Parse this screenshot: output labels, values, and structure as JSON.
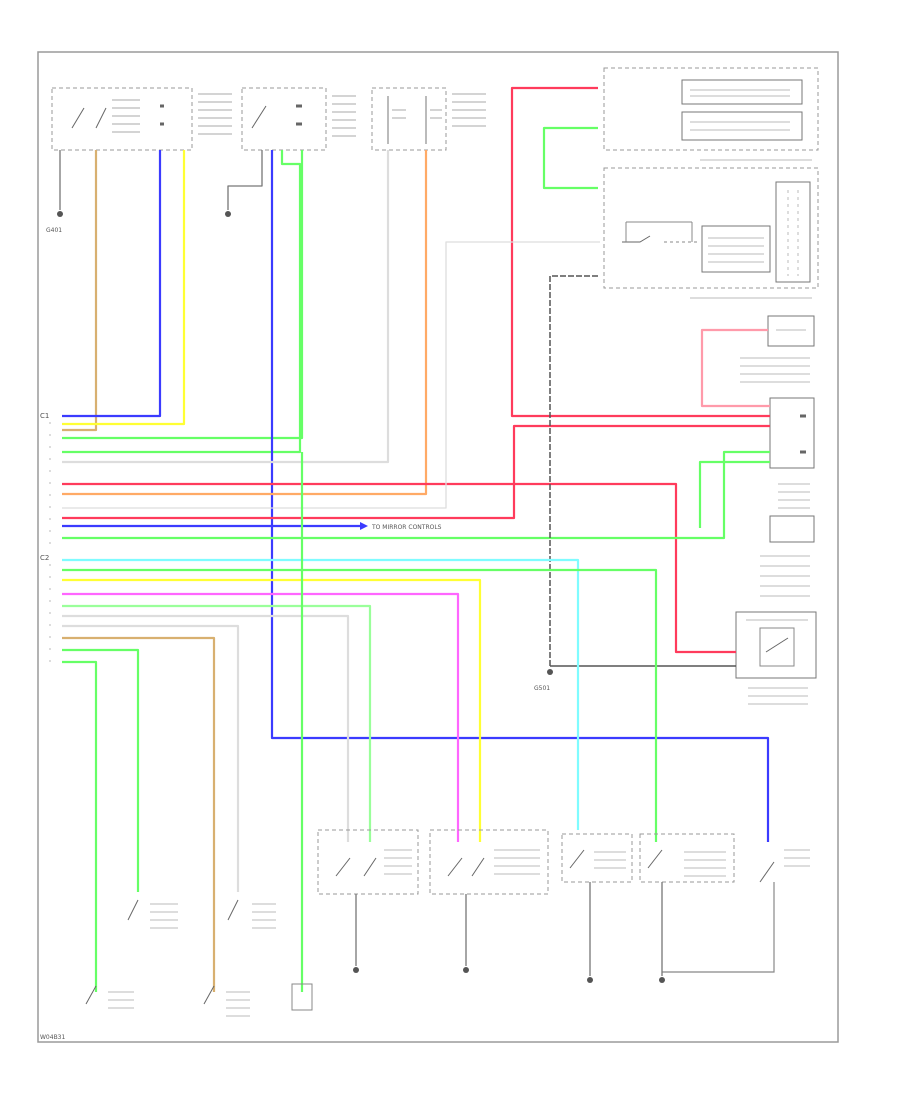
{
  "colors": {
    "frame": "#9a9a9a",
    "blue": "#3b3bff",
    "yellow": "#ffff33",
    "tan": "#d8b070",
    "green": "#66ff66",
    "red": "#ff3b5c",
    "orange": "#ffaa66",
    "cyan": "#7ffcff",
    "magenta": "#ff66ff",
    "white": "#dddddd",
    "ltgreen": "#9aff9a",
    "black": "#555555",
    "pink": "#ff9aaa"
  },
  "labels": {
    "upper_connector": "C1",
    "lower_connector": "C2",
    "to_mirror_controls": "TO MIRROR CONTROLS",
    "ground_left": "G401",
    "ground_center": "G501",
    "footer": "W04B31"
  }
}
